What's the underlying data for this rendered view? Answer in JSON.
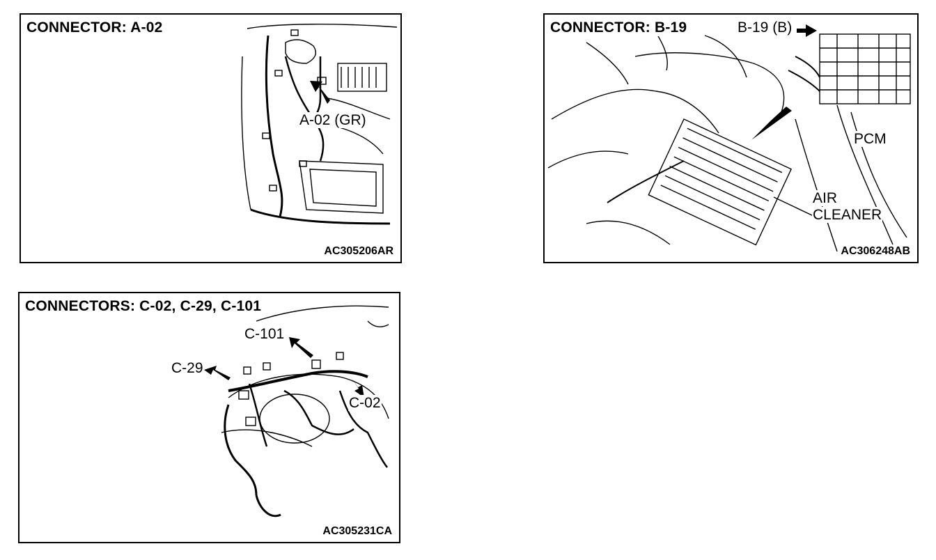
{
  "panels": [
    {
      "title": "CONNECTOR: A-02",
      "code": "AC305206AR",
      "labels": [
        "A-02 (GR)"
      ]
    },
    {
      "title": "CONNECTOR: B-19",
      "code": "AC306248AB",
      "labels": [
        "B-19 (B)",
        "PCM",
        "AIR",
        "CLEANER"
      ]
    },
    {
      "title": "CONNECTORS: C-02, C-29, C-101",
      "code": "AC305231CA",
      "labels": [
        "C-101",
        "C-29",
        "C-02"
      ]
    }
  ]
}
